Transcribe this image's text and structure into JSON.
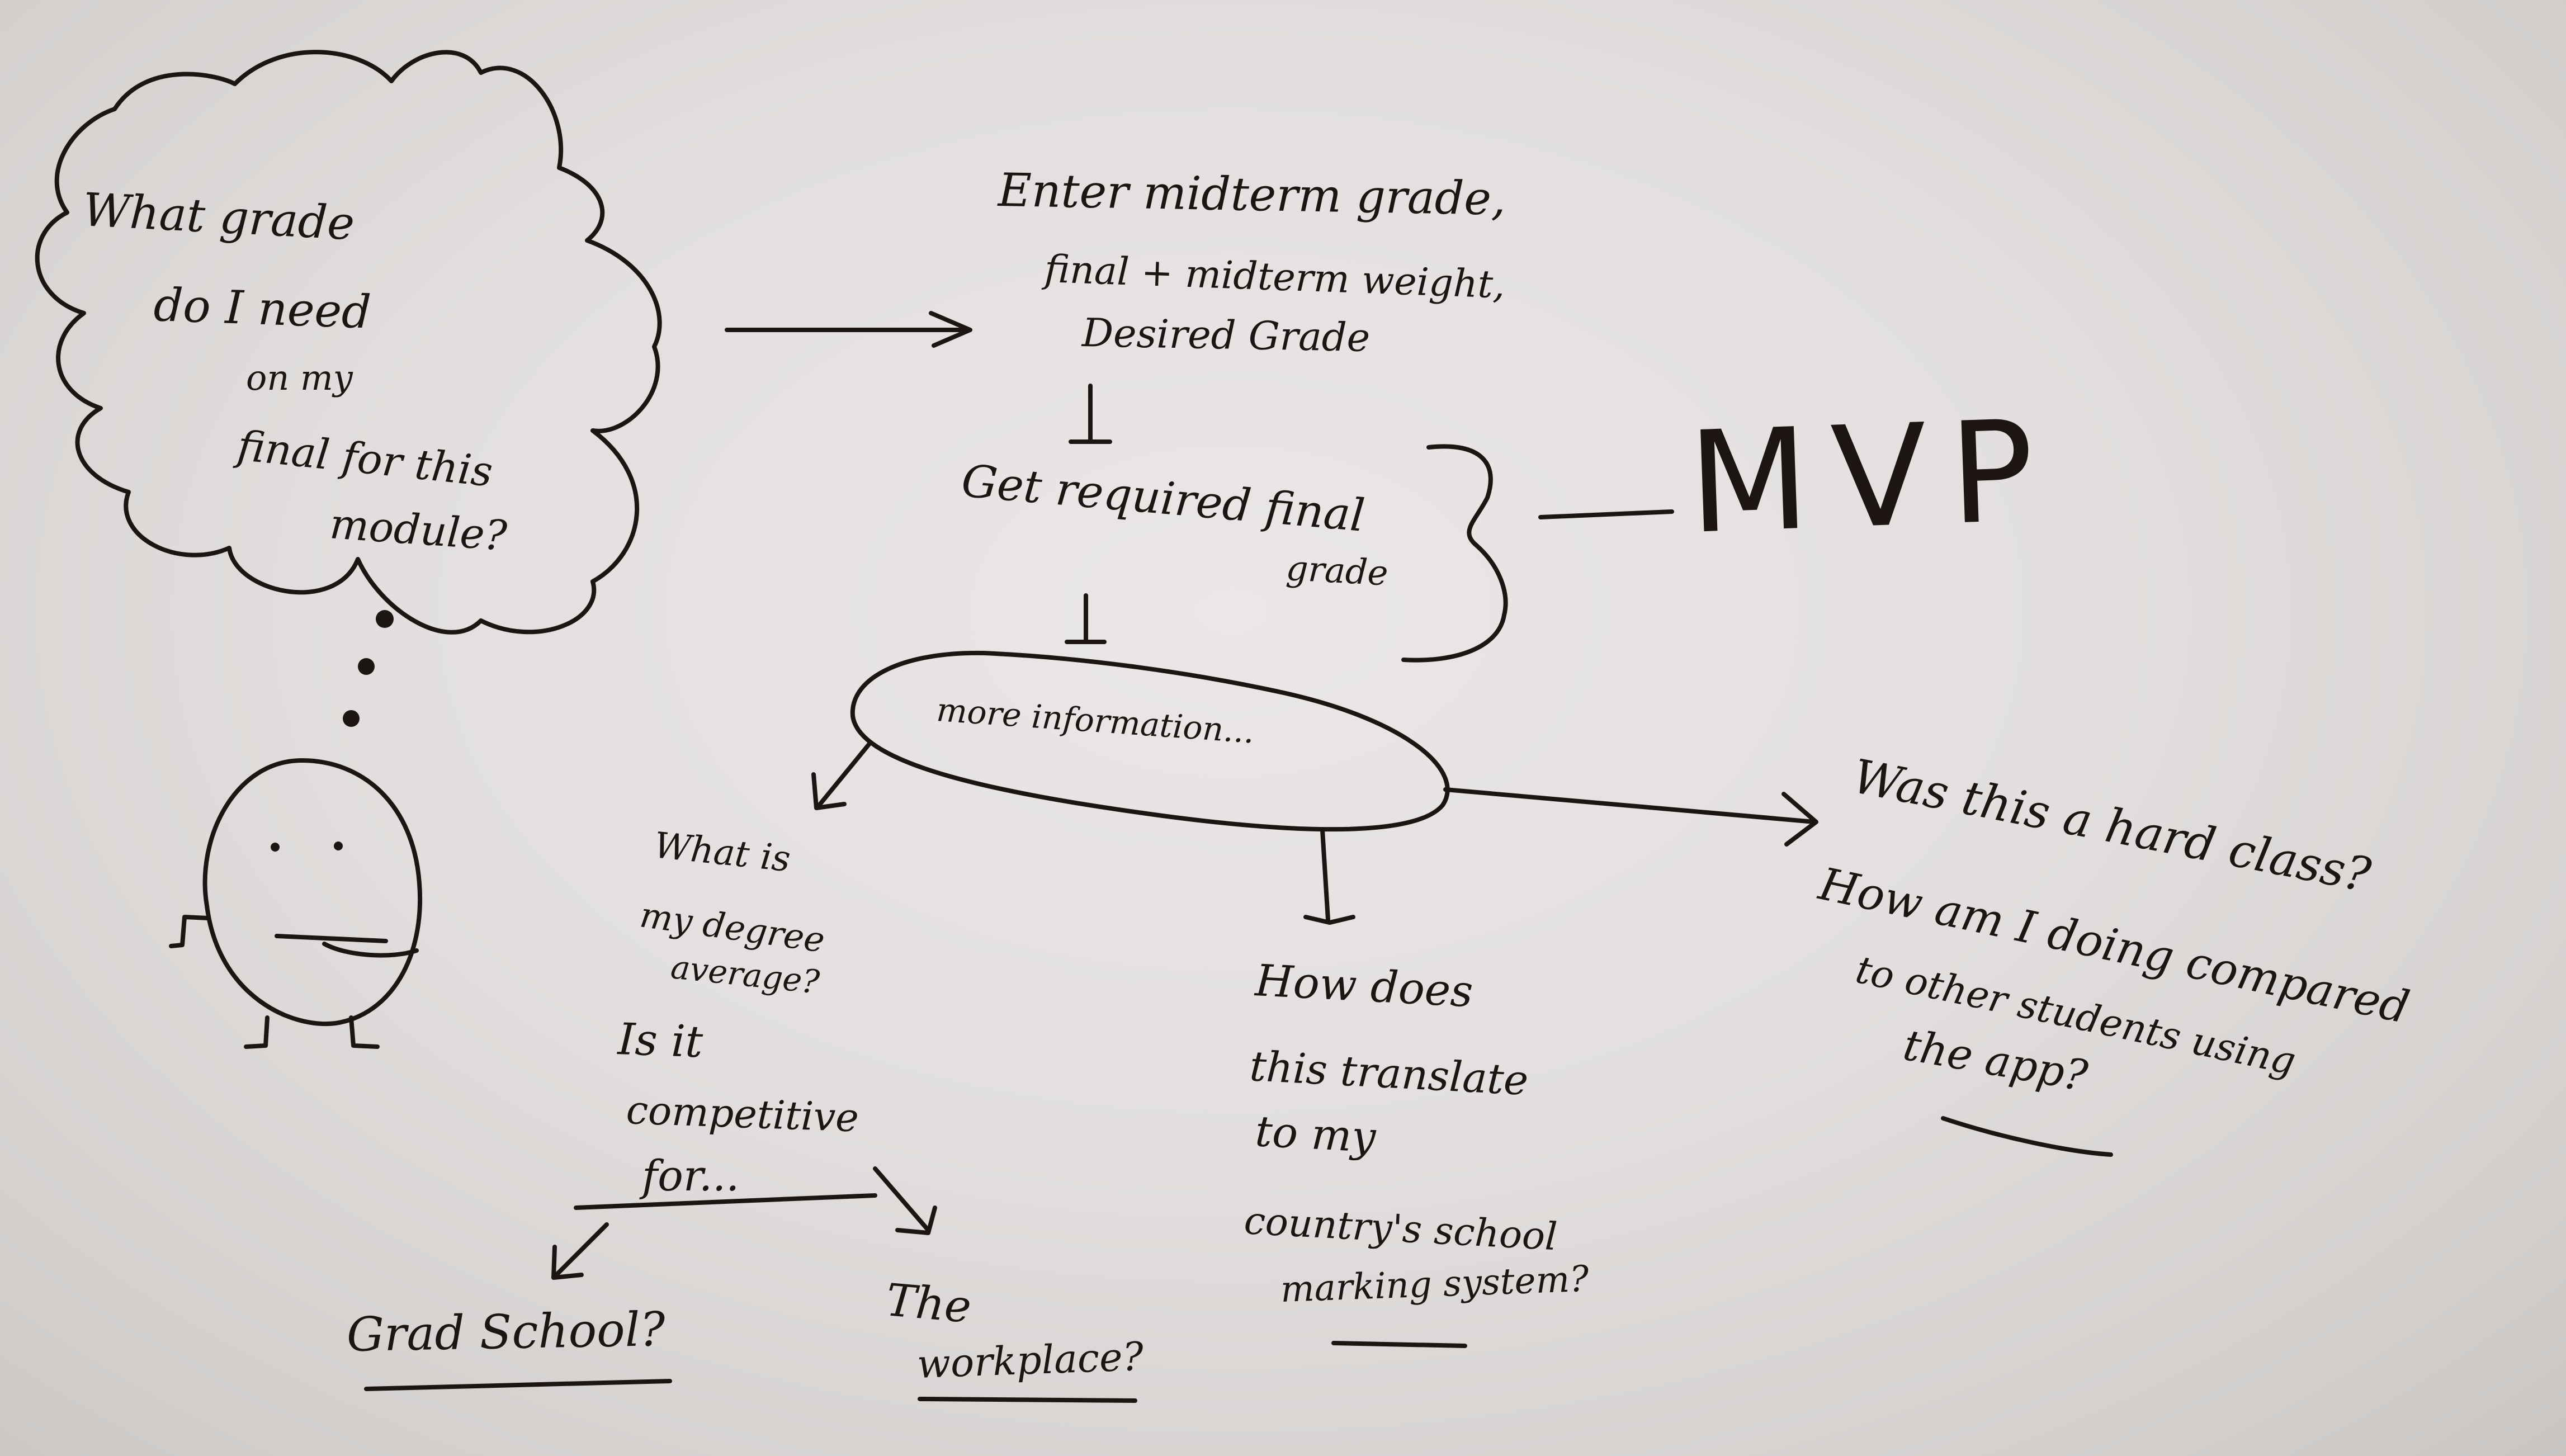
{
  "thought_bubble": {
    "line1": "What grade",
    "line2": "do I need",
    "line3": "on my",
    "line4": "final for this",
    "line5": "module?"
  },
  "inputs_step": {
    "line1": "Enter midterm grade,",
    "line2": "final + midterm weight,",
    "line3": "Desired Grade"
  },
  "output_step": {
    "line1": "Get required final",
    "line2": "grade"
  },
  "mvp_label": "MVP",
  "more_info": "more information...",
  "branch_degree": {
    "line1": "What is",
    "line2": "my degree",
    "line3": "average?",
    "line4": "Is it",
    "line5": "competitive",
    "line6": "for..."
  },
  "grad_school": "Grad School?",
  "workplace": {
    "line1": "The",
    "line2": "workplace?"
  },
  "branch_translate": {
    "line1": "How does",
    "line2": "this translate",
    "line3": "to my",
    "line4": "country's school",
    "line5": "marking system?"
  },
  "branch_hard": {
    "line1": "Was this a hard class?",
    "line2": "How am I doing compared",
    "line3": "to other students using",
    "line4": "the app?"
  },
  "colors": {
    "ink": "#1c1514",
    "board": "#e2dfde"
  }
}
